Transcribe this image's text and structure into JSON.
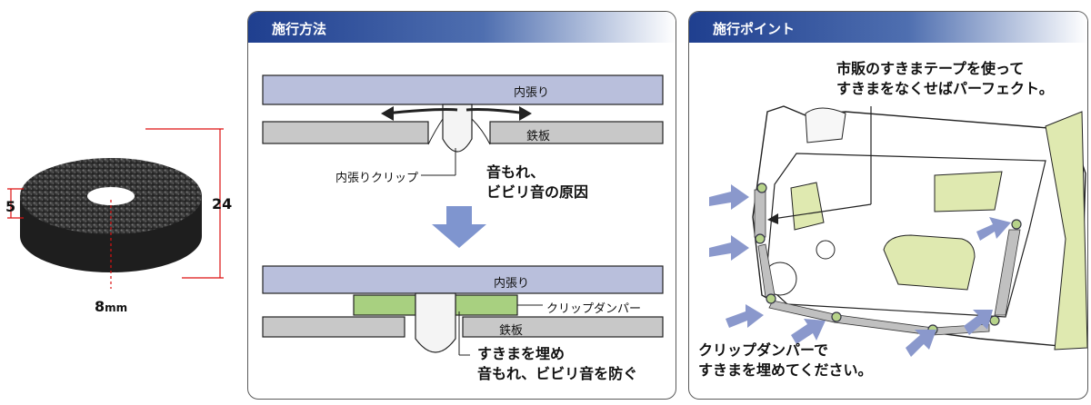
{
  "washer": {
    "inner_dim": "5",
    "outer_dim": "24",
    "thickness_dim": "8",
    "thickness_unit": "mm"
  },
  "method_panel": {
    "title": "施行方法",
    "top_diagram": {
      "inner_panel_label": "内張り",
      "steel_label": "鉄板",
      "clip_label": "内張りクリップ",
      "problem_text": [
        "音もれ、",
        "ビビリ音の原因"
      ]
    },
    "bottom_diagram": {
      "inner_panel_label": "内張り",
      "steel_label": "鉄板",
      "damper_label": "クリップダンパー",
      "solution_text": [
        "すきまを埋め",
        "音もれ、ビビリ音を防ぐ"
      ]
    }
  },
  "points_panel": {
    "title": "施行ポイント",
    "tape_note": [
      "市販のすきまテープを使って",
      "すきまをなくせばパーフェクト。"
    ],
    "damper_note": [
      "クリップダンパーで",
      "すきまを埋めてください。"
    ]
  },
  "colors": {
    "header_blue": "#1f3f8f",
    "panel_fill": "#b9bfdc",
    "steel_fill": "#c8c8c8",
    "damper_green": "#a8d080",
    "arrow_blue": "#8a98cc",
    "door_green": "#dfe9b0"
  }
}
